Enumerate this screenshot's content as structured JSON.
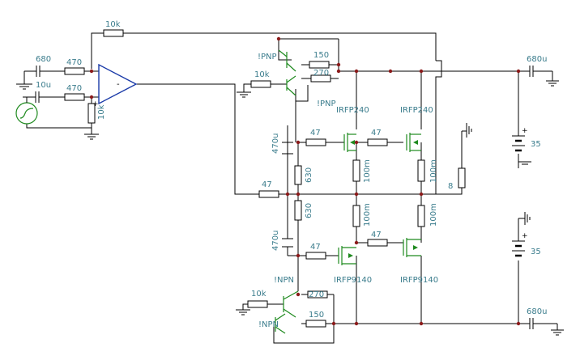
{
  "schematic": {
    "input_cap": "680",
    "input_cap2": "10u",
    "r_in_top": "470",
    "r_in_bottom": "470",
    "r_feedback": "10k",
    "r_ground": "10k",
    "q1_type": "!PNP",
    "q2_type": "!PNP",
    "r_q1_base": "10k",
    "r_150_top": "150",
    "r_270_top": "270",
    "mosfet_n1": "IRFP240",
    "mosfet_n2": "IRFP240",
    "r_gate_n1": "47",
    "r_gate_n2": "47",
    "r_src_n1": "100m",
    "r_src_n2": "100m",
    "cap_boot_top": "470u",
    "r_bias_top": "630",
    "r_bias_bottom": "630",
    "r_drive": "47",
    "cap_boot_bottom": "470u",
    "r_gate_p1": "47",
    "r_gate_p2": "47",
    "r_src_p1": "100m",
    "r_src_p2": "100m",
    "mosfet_p1": "IRFP9140",
    "mosfet_p2": "IRFP9140",
    "q3_type": "!NPN",
    "q4_type": "!NPN",
    "r_q3_base": "10k",
    "r_270_bottom": "270",
    "r_150_bottom": "150",
    "load": "8",
    "out_cap_top": "680u",
    "out_cap_bottom": "680u",
    "supply_top": "35",
    "supply_bottom": "35",
    "opamp_minus": "-",
    "opamp_plus": "+"
  }
}
